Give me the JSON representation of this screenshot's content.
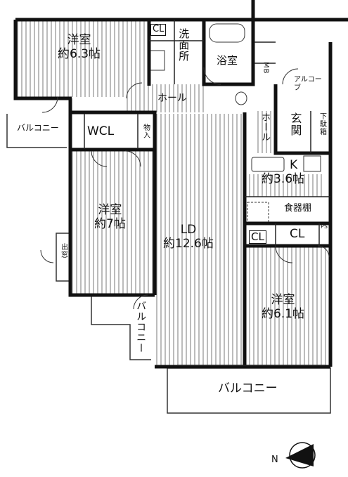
{
  "floorplan": {
    "rooms": {
      "western_top_left": {
        "name": "洋室",
        "size": "約6.3帖"
      },
      "western_left": {
        "name": "洋室",
        "size": "約7帖"
      },
      "ldk": {
        "name": "LD",
        "size": "約12.6帖"
      },
      "kitchen": {
        "name": "K",
        "size": "約3.6帖"
      },
      "western_right": {
        "name": "洋室",
        "size": "約6.1帖"
      }
    },
    "labels": {
      "bath": "浴室",
      "washroom": "洗面所",
      "hall_top": "ホール",
      "hall_right": "ホール",
      "entrance": "玄関",
      "shoe_box": "下駄箱",
      "alcove": "アルコーブ",
      "mb": "MB",
      "wcl": "WCL",
      "storage": "物入",
      "cl_top": "CL",
      "cl_kitchen": "CL",
      "cl_right": "CL",
      "pantry": "食器棚",
      "ps": "PS",
      "bay_window": "出窓",
      "balcony_top_left": "バルコニー",
      "balcony_side": "バルコニー",
      "balcony_bottom": "バルコニー",
      "north": "N"
    }
  }
}
